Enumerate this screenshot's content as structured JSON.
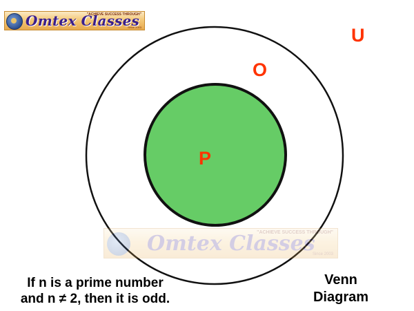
{
  "logo": {
    "brand": "Omtex Classes",
    "tagline": "\"ACHIEVE SUCCESS THROUGH\"",
    "since": "Since 2003"
  },
  "watermark": {
    "brand": "Omtex Classes",
    "tagline": "\"ACHIEVE SUCCESS THROUGH\"",
    "since": "Since 2003"
  },
  "venn": {
    "universal_label": "U",
    "outer_label": "O",
    "inner_label": "P",
    "label_color": "#ff3300",
    "inner_fill": "#66cc66",
    "stroke": "#111111"
  },
  "captions": {
    "statement_line1": "If n is a prime number",
    "statement_line2": "and n ≠ 2, then it is odd.",
    "title_line1": "Venn",
    "title_line2": "Diagram"
  }
}
